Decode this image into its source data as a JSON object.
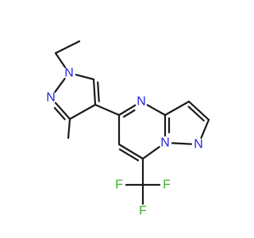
{
  "molecule": {
    "colors": {
      "bond": "#1a1a1a",
      "N": "#2424e0",
      "F": "#3cb028",
      "background": "#ffffff"
    },
    "atoms": [
      {
        "id": "N_ethyl",
        "label": "N",
        "element": "N"
      },
      {
        "id": "N_pyrazole2",
        "label": "N",
        "element": "N"
      },
      {
        "id": "N4",
        "label": "N",
        "element": "N"
      },
      {
        "id": "N_bridge",
        "label": "N",
        "element": "N"
      },
      {
        "id": "N1",
        "label": "N",
        "element": "N"
      },
      {
        "id": "F_left",
        "label": "F",
        "element": "F"
      },
      {
        "id": "F_right",
        "label": "F",
        "element": "F"
      },
      {
        "id": "F_bottom",
        "label": "F",
        "element": "F"
      }
    ]
  }
}
